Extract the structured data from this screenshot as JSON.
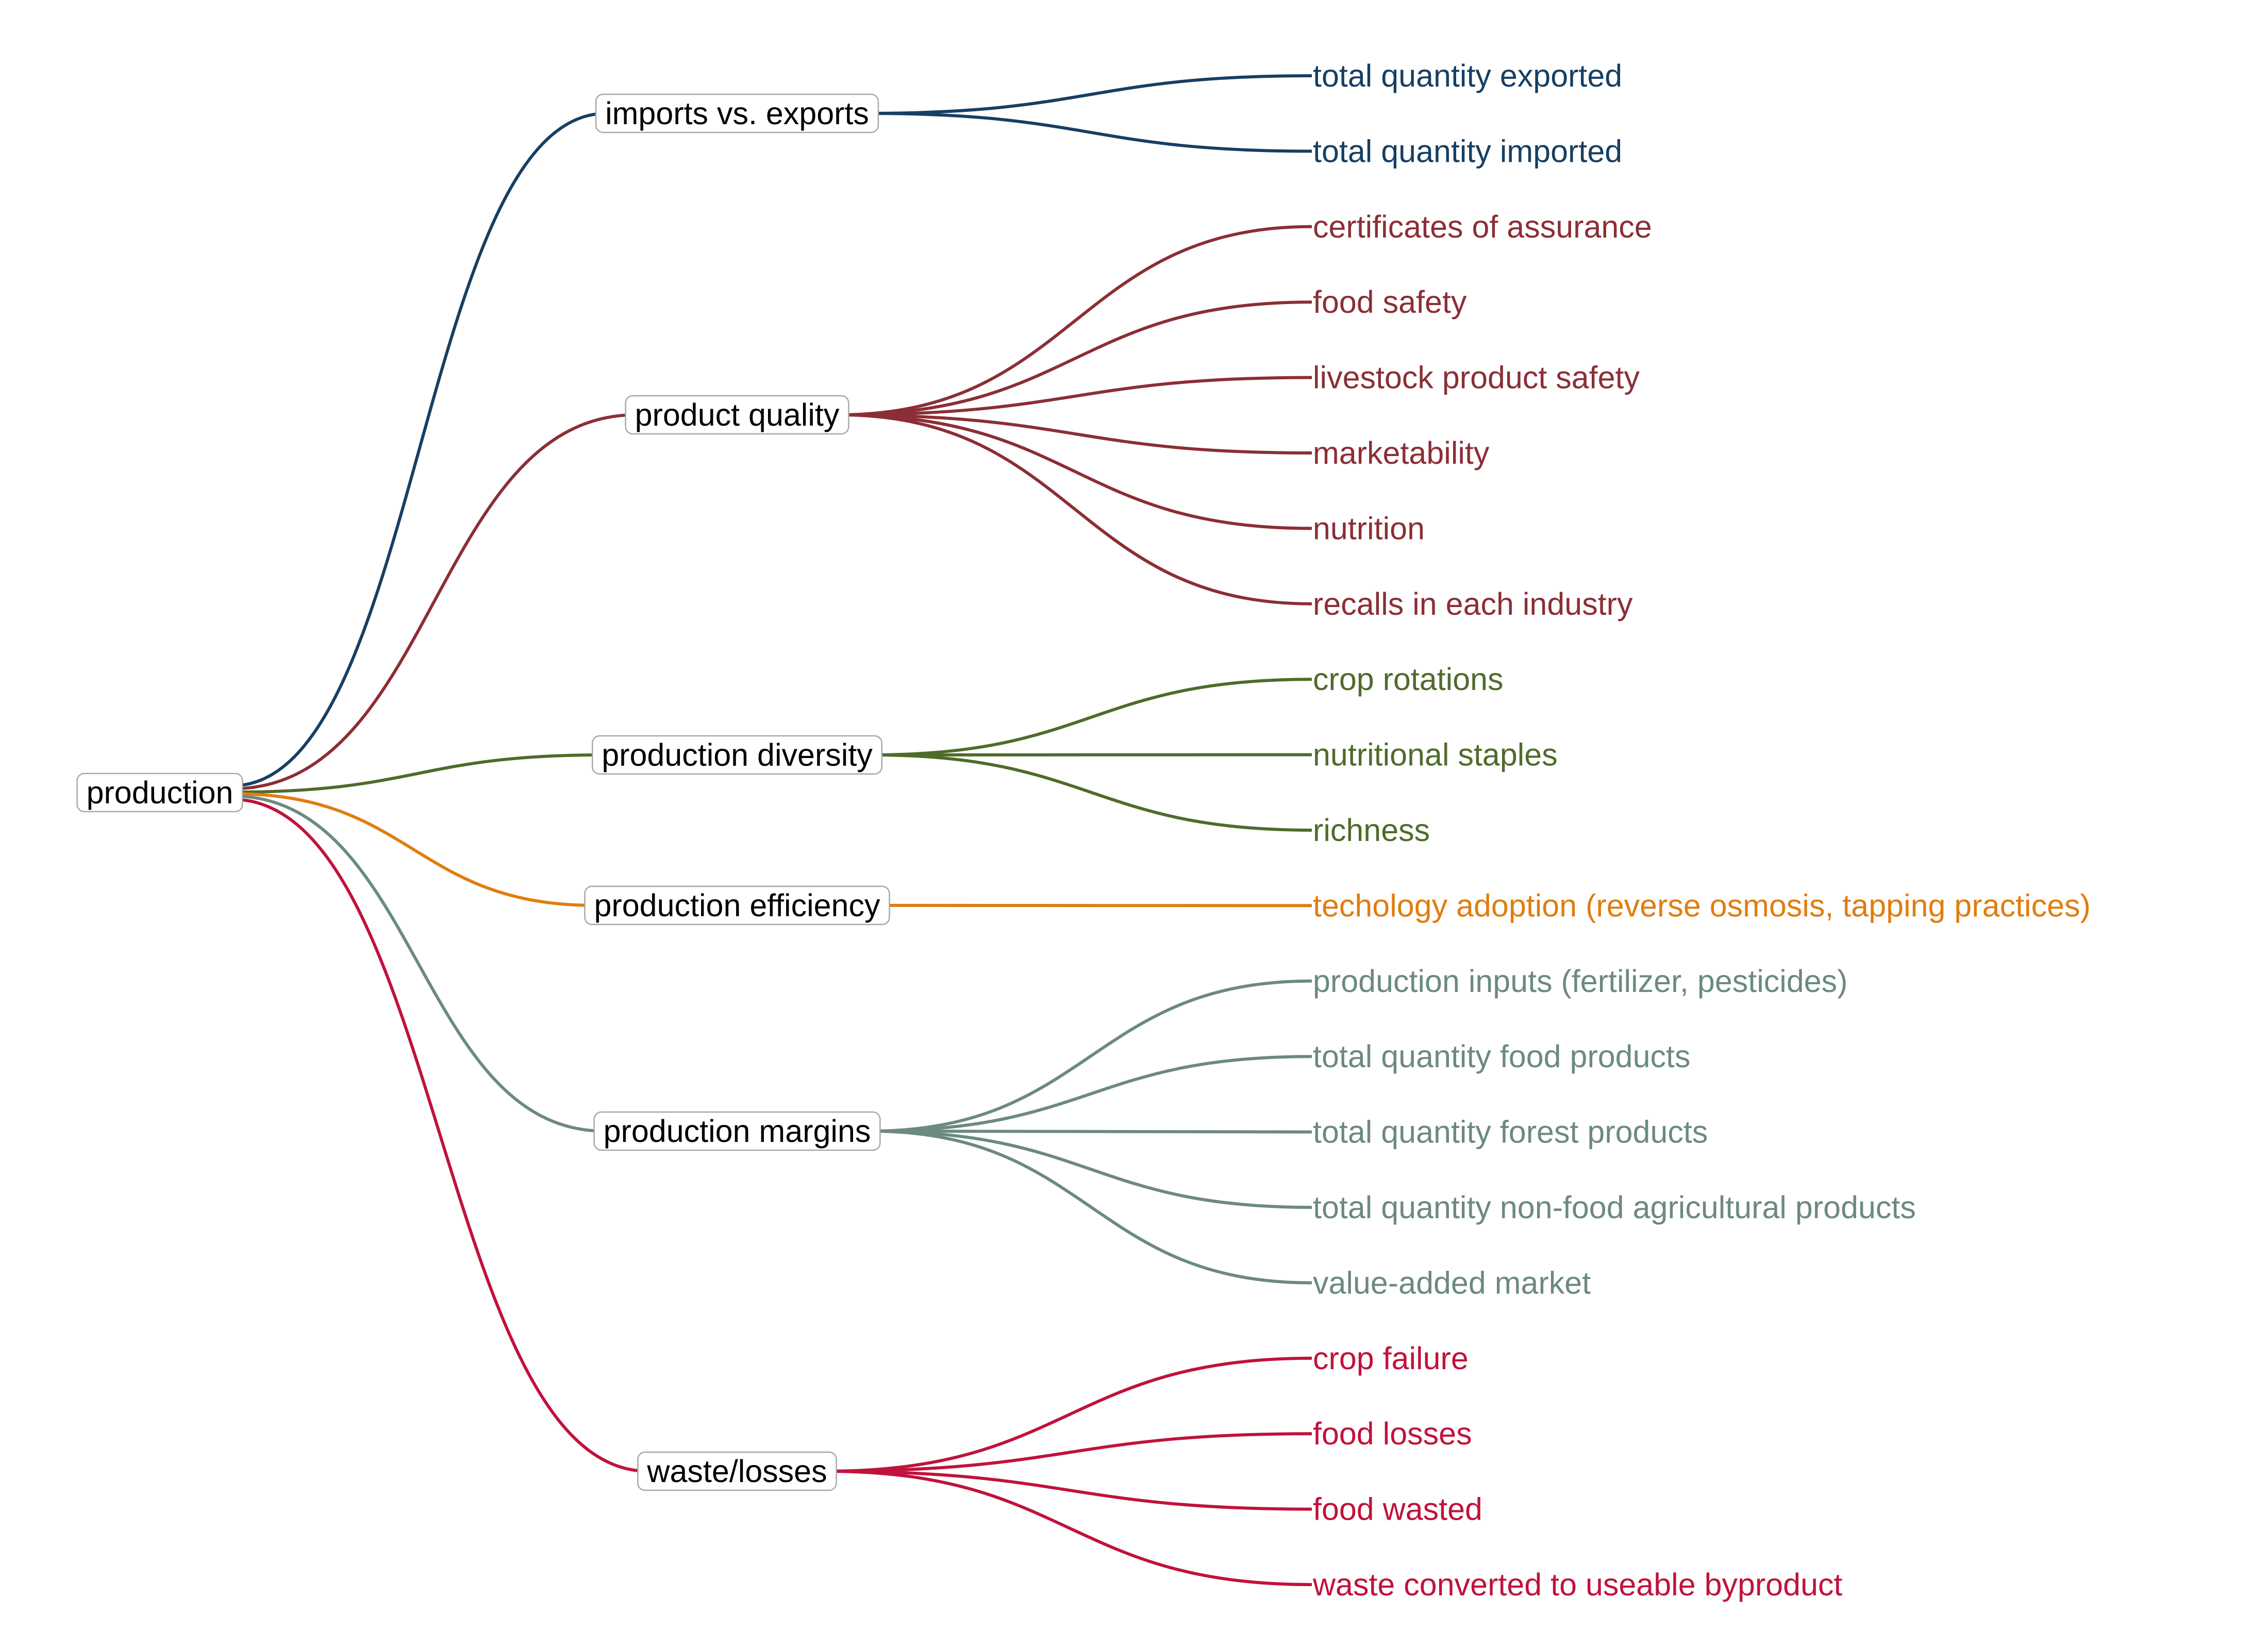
{
  "root": {
    "label": "production"
  },
  "branches": [
    {
      "label": "imports vs. exports",
      "color": "#173f63",
      "leaves": [
        "total quantity exported",
        "total quantity imported"
      ]
    },
    {
      "label": "product quality",
      "color": "#8b2e35",
      "leaves": [
        "certificates of assurance",
        "food safety",
        "livestock product safety",
        "marketability",
        "nutrition",
        "recalls in each industry"
      ]
    },
    {
      "label": "production diversity",
      "color": "#4f6b2a",
      "leaves": [
        "crop rotations",
        "nutritional staples",
        "richness"
      ]
    },
    {
      "label": "production efficiency",
      "color": "#e07d10",
      "leaves": [
        "techology adoption (reverse osmosis, tapping practices)"
      ]
    },
    {
      "label": "production margins",
      "color": "#6c8a7e",
      "leaves": [
        "production inputs (fertilizer, pesticides)",
        "total quantity food products",
        "total quantity forest products",
        "total quantity non-food agricultural products",
        "value-added market"
      ]
    },
    {
      "label": "waste/losses",
      "color": "#c0123c",
      "leaves": [
        "crop failure",
        "food losses",
        "food wasted",
        "waste converted to useable byproduct"
      ]
    }
  ]
}
